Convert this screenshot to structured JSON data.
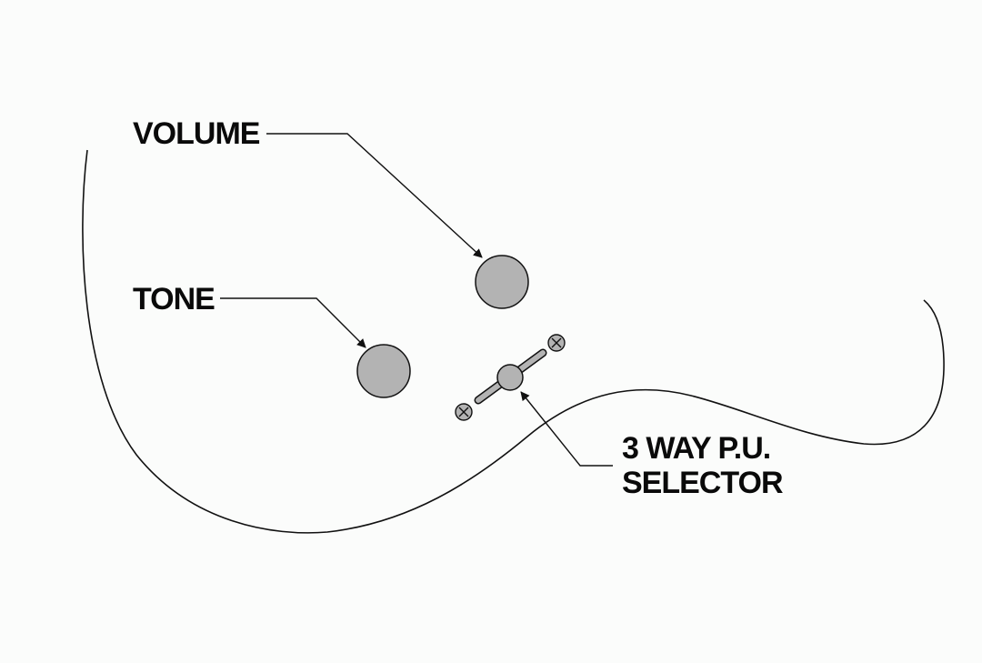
{
  "labels": {
    "volume": "VOLUME",
    "tone": "TONE",
    "selector_line1": "3 WAY P.U.",
    "selector_line2": "SELECTOR"
  },
  "colors": {
    "background": "#fbfcfb",
    "line": "#111111",
    "control_fill": "#b3b3b3",
    "text": "#0a0a0a"
  }
}
